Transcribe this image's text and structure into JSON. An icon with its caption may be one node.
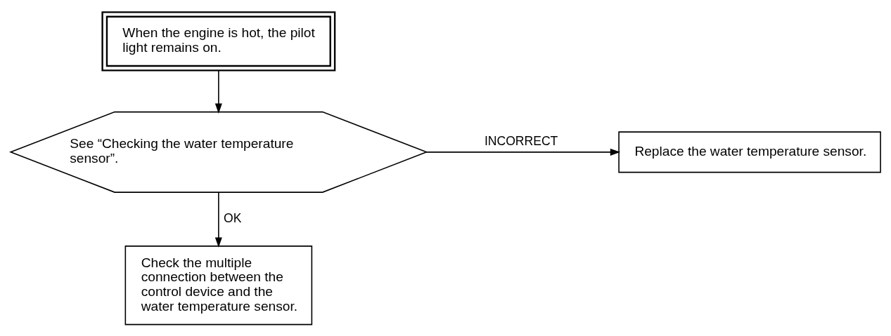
{
  "diagram": {
    "nodes": [
      {
        "text": [
          "When the engine is hot, the pilot light remains on."
        ]
      },
      {
        "text": [
          "See “Checking the water temperature sensor”."
        ]
      },
      {
        "text": [
          "Replace the water temperature sensor."
        ]
      },
      {
        "text": [
          "Check the multiple connection between the control device and the water temperature sensor."
        ]
      }
    ],
    "edges": [
      {
        "from": 0,
        "to": 1,
        "arrow": "to"
      },
      {
        "from": 1,
        "to": 2,
        "arrow": "to",
        "label": "INCORRECT"
      },
      {
        "from": 1,
        "to": 3,
        "arrow": "to",
        "label": "OK"
      }
    ]
  }
}
